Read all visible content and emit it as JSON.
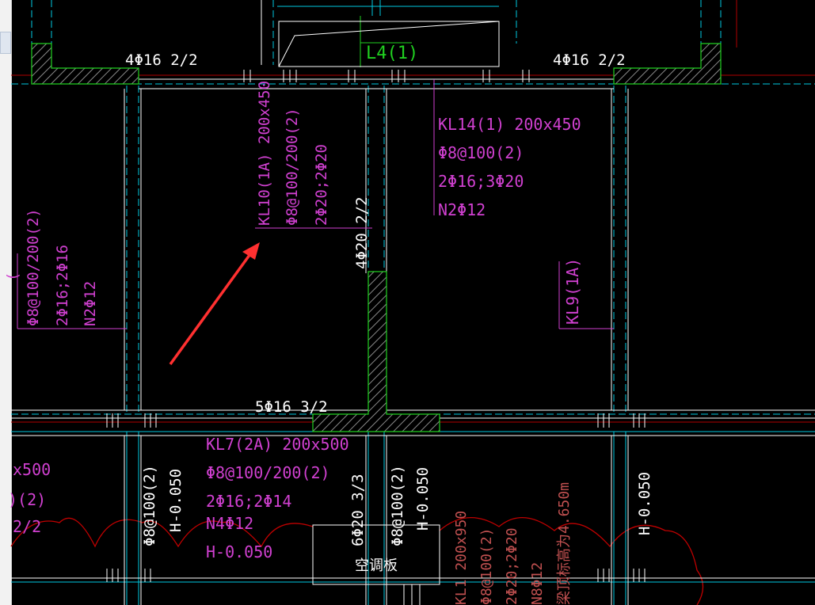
{
  "canvas": {
    "background": "#000000"
  },
  "colors": {
    "axis": "#00c8e0",
    "beam_line": "#ffffff",
    "annotation": "#d040d0",
    "secondary_beam": "#20d020",
    "wall_hatch": "#808080",
    "red_line": "#c00000",
    "pointer_arrow": "#ff3030"
  },
  "labels": {
    "l4": "L4(1)",
    "top_rebar_left": "4Φ16 2/2",
    "top_rebar_right": "4Φ16 2/2",
    "kl10_line1": "KL10(1A) 200x450",
    "kl10_line2": "Φ8@100/200(2)",
    "kl10_line3": "2Φ20;2Φ20",
    "kl10_support": "4Φ20 2/2",
    "kl14_line1": "KL14(1) 200x450",
    "kl14_line2": "Φ8@100(2)",
    "kl14_line3": "2Φ16;3Φ20",
    "kl14_line4": "N2Φ12",
    "kl9": "KL9(1A)",
    "left_line1": "Φ8@100/200(2)",
    "left_line2": "2Φ16;2Φ16",
    "left_line3": "N2Φ12",
    "left_top_clip": "(",
    "bottom_support": "5Φ16 3/2",
    "kl7_line1": "KL7(2A) 200x500",
    "kl7_line2": "Φ8@100/200(2)",
    "kl7_line3": "2Φ16;2Φ14",
    "kl7_line4": "N4Φ12",
    "kl7_line5": "H-0.050",
    "left_bottom_1": "x500",
    "left_bottom_2": ")(2)",
    "left_bottom_3": "2/2",
    "vert_stirrup_1": "Φ8@100(2)",
    "vert_h_1": "H-0.050",
    "vert_support_mid": "6Φ20 3/3",
    "vert_stirrup_2": "Φ8@100(2)",
    "vert_h_2": "H-0.050",
    "vert_h_right": "H-0.050",
    "kl1_line1": "KL1 200x950",
    "kl1_line2": "Φ8@100(2)",
    "kl1_line3": "2Φ20;2Φ20",
    "kl1_line4": "N8Φ12",
    "kl1_line5": "梁顶标高为4.650m",
    "ac_board": "空调板"
  }
}
